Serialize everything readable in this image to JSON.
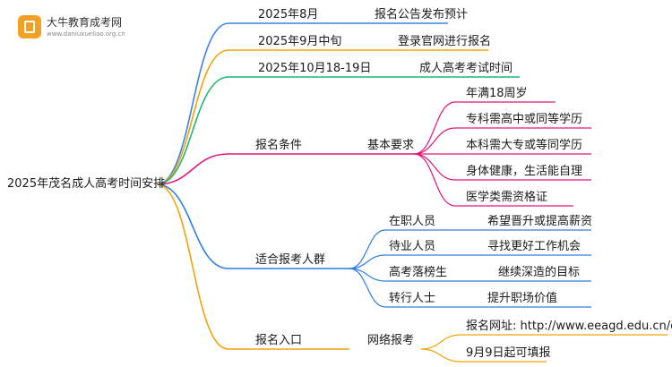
{
  "logo": {
    "title": "大牛教育成考网",
    "url": "www.daniuxueliao.org.cn"
  },
  "root": "2025年茂名成人高考时间安排",
  "timeline": [
    {
      "date": "2025年8月",
      "event": "报名公告发布预计",
      "color": "#3b82e6"
    },
    {
      "date": "2025年9月中旬",
      "event": "登录官网进行报名",
      "color": "#f0a30a"
    },
    {
      "date": "2025年10月18-19日",
      "event": "成人高考考试时间",
      "color": "#22b573"
    }
  ],
  "conditions": {
    "label": "报名条件",
    "sub": "基本要求",
    "color": "#e0187a",
    "items": [
      "年满18周岁",
      "专科需高中或同等学历",
      "本科需大专或等同学历",
      "身体健康，生活能自理",
      "医学类需资格证"
    ]
  },
  "crowd": {
    "label": "适合报考人群",
    "color": "#2f7fe0",
    "groups": [
      {
        "name": "在职人员",
        "reason": "希望晋升或提高薪资"
      },
      {
        "name": "待业人员",
        "reason": "寻找更好工作机会"
      },
      {
        "name": "高考落榜生",
        "reason": "继续深造的目标"
      },
      {
        "name": "转行人士",
        "reason": "提升职场价值"
      }
    ]
  },
  "entry": {
    "label": "报名入口",
    "sub": "网络报考",
    "color": "#f0a30a",
    "items": [
      "报名网址: http://www.eeagd.edu.cn/cr",
      "9月9日起可填报"
    ]
  }
}
